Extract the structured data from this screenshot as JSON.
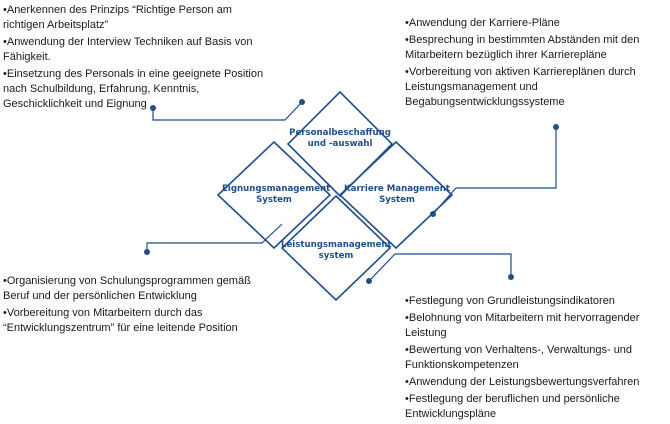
{
  "colors": {
    "accent": "#1f4e8c",
    "text": "#1a1a1a"
  },
  "diamonds": {
    "top": "Personalbeschaffung\nund -auswahl",
    "left": "Eignungsmanagement\nSystem",
    "right": "Karriere Management\nSystem",
    "bottom": "Leistungsmanagement\nsystem"
  },
  "blocks": {
    "top_left": [
      "•Anerkennen des Prinzips “Richtige Person am richtigen Arbeitsplatz”",
      "•Anwendung der Interview Techniken auf Basis von Fähigkeit.",
      "•Einsetzung des Personals in eine geeignete Position nach Schulbildung, Erfahrung, Kenntnis, Geschicklichkeit und Eignung"
    ],
    "top_right": [
      "•Anwendung der Karriere-Pläne",
      "•Besprechung  in bestimmten Abständen mit den Mitarbeitern bezüglich ihrer Karrierepläne",
      "•Vorbereitung von aktiven Karriereplänen durch Leistungsmanagement und Begabungsentwicklungssysteme"
    ],
    "bottom_left": [
      "•Organisierung von Schulungsprogrammen gemäß Beruf und der persönlichen Entwicklung",
      "•Vorbereitung von Mitarbeitern durch das “Entwicklungszentrum” für eine leitende Position"
    ],
    "bottom_right": [
      "•Festlegung von Grundleistungsindikatoren",
      "•Belohnung von Mitarbeitern mit hervorragender Leistung",
      "•Bewertung von Verhaltens-, Verwaltungs- und Funktionskompetenzen",
      "•Anwendung der Leistungsbewertungsverfahren",
      "•Festlegung der beruflichen und persönliche Entwicklungspläne"
    ]
  }
}
